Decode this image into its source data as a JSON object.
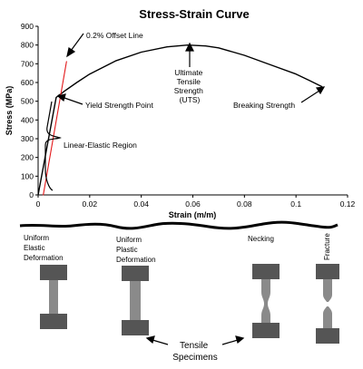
{
  "chart_data": {
    "type": "line",
    "title": "Stress-Strain Curve",
    "xlabel": "Strain (m/m)",
    "ylabel": "Stress (MPa)",
    "xlim": [
      0,
      0.12
    ],
    "ylim": [
      0,
      900
    ],
    "xticks": [
      0,
      0.02,
      0.04,
      0.06,
      0.08,
      0.1,
      0.12
    ],
    "xtick_labels": [
      "0",
      "0.02",
      "0.04",
      "0.06",
      "0.08",
      "0.1",
      "0.12"
    ],
    "yticks": [
      0,
      100,
      200,
      300,
      400,
      500,
      600,
      700,
      800,
      900
    ],
    "ytick_labels": [
      "0",
      "100",
      "200",
      "300",
      "400",
      "500",
      "600",
      "700",
      "800",
      "900"
    ],
    "grid": false,
    "series": [
      {
        "color": "#000000",
        "x": [
          0,
          0.007,
          0.008,
          0.009,
          0.01,
          0.015,
          0.02,
          0.03,
          0.04,
          0.05,
          0.058,
          0.065,
          0.07,
          0.08,
          0.09,
          0.1,
          0.105,
          0.11
        ],
        "y": [
          0,
          520,
          532,
          540,
          552,
          600,
          645,
          715,
          762,
          790,
          800,
          795,
          785,
          745,
          695,
          645,
          612,
          578
        ]
      },
      {
        "color": "#e31a1c",
        "x": [
          0.002,
          0.011
        ],
        "y": [
          0,
          712
        ]
      }
    ],
    "annotations": [
      {
        "text": "0.2% Offset Line",
        "x": 0.011,
        "y": 712
      },
      {
        "text": "Yield Strength Point",
        "x": 0.008,
        "y": 532
      },
      {
        "text": "Ultimate Tensile Strength (UTS)",
        "lines": [
          "Ultimate",
          "Tensile",
          "Strength",
          "(UTS)"
        ],
        "x": 0.058,
        "y": 800
      },
      {
        "text": "Breaking Strength",
        "x": 0.11,
        "y": 578
      },
      {
        "text": "Linear-Elastic Region",
        "x": 0.004,
        "y": 260
      }
    ]
  },
  "stages": {
    "uniform_elastic": [
      "Uniform",
      "Elastic",
      "Deformation"
    ],
    "uniform_plastic": [
      "Uniform",
      "Plastic",
      "Deformation"
    ],
    "necking": "Necking",
    "fracture": "Fracture"
  },
  "specimens_label": [
    "Tensile",
    "Specimens"
  ],
  "colors": {
    "specimen_dark": "#555555",
    "specimen_light": "#8a8a8a",
    "offset_line": "#e31a1c"
  }
}
